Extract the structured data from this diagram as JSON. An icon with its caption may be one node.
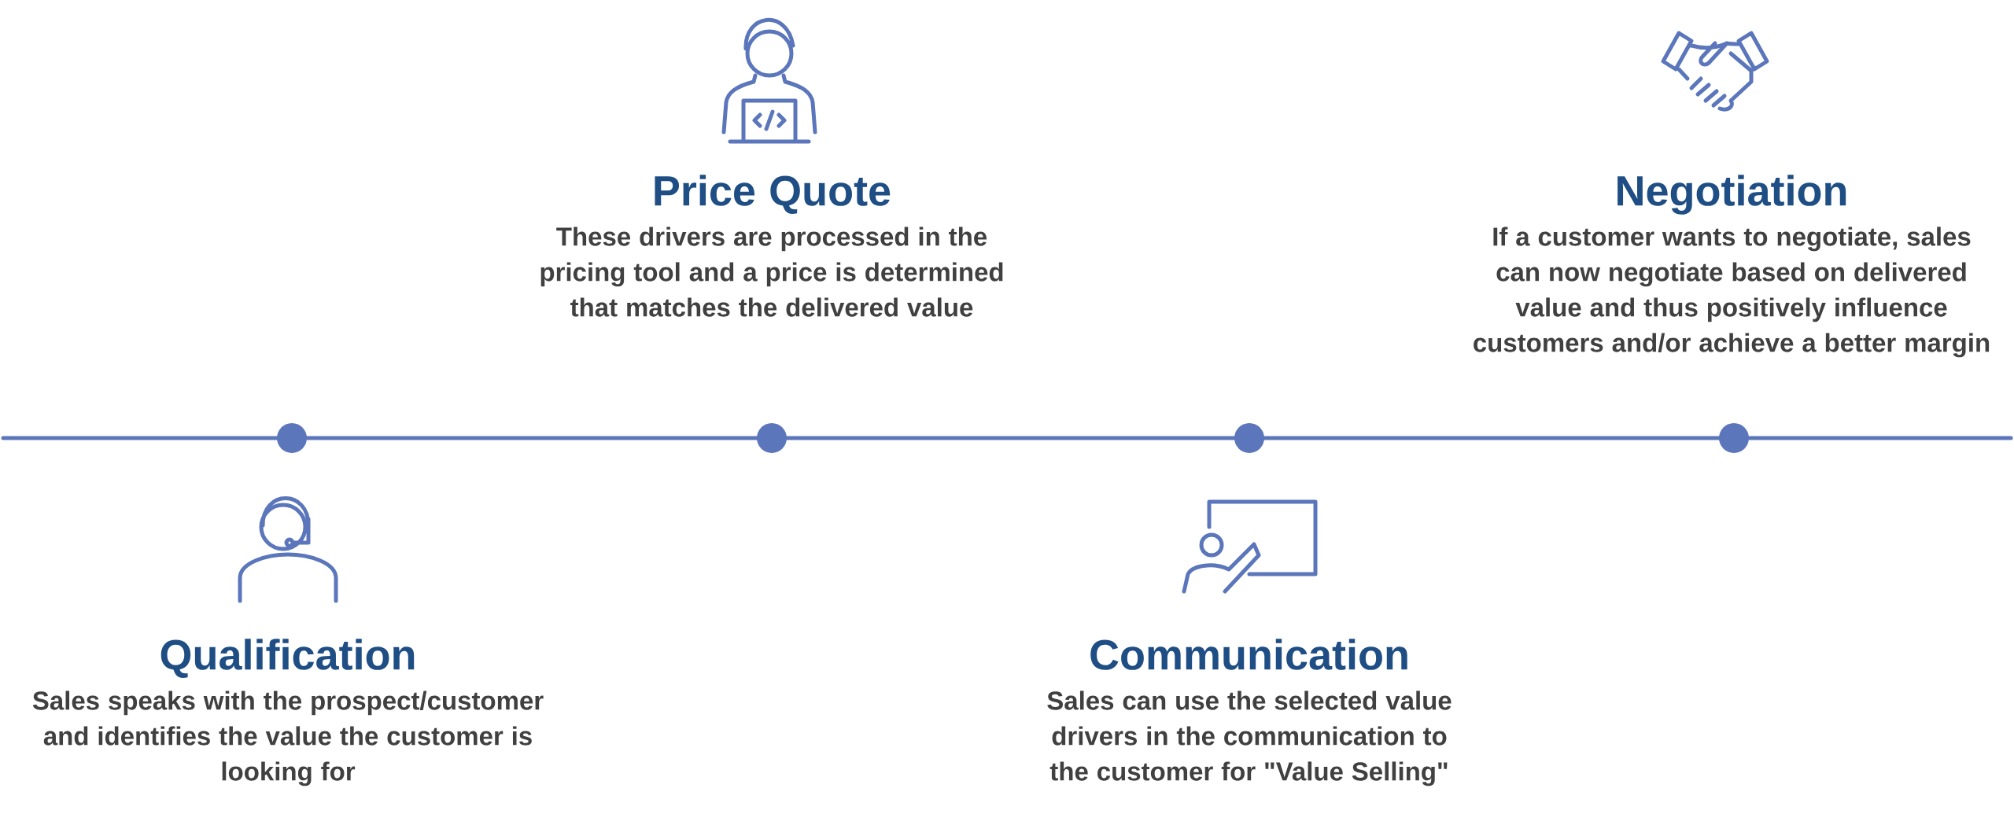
{
  "diagram": {
    "nodes": [
      {
        "text": [
          "Qualification",
          "Sales speaks with the prospect/customer and identifies the value the customer is looking for"
        ]
      },
      {
        "text": [
          "Price Quote",
          "These drivers are processed in the pricing tool and a price is determined that matches the delivered value"
        ]
      },
      {
        "text": [
          "Communication",
          "Sales can use the selected value drivers in the communication to the customer for \"Value Selling\""
        ]
      },
      {
        "text": [
          "Negotiation",
          "If a customer wants to negotiate, sales can now negotiate based on delivered value and thus positively influence customers and/or achieve a better margin"
        ]
      }
    ]
  }
}
